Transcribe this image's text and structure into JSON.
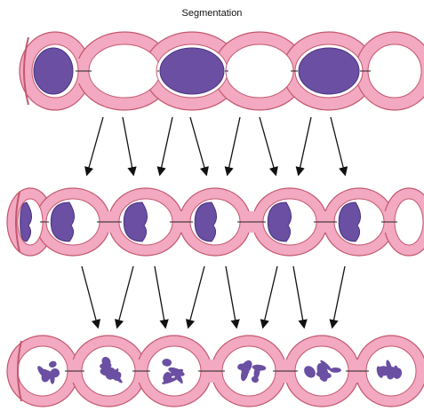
{
  "title": "Segmentation",
  "colors": {
    "wall": "#f2a9c1",
    "wall_edge": "#c2576e",
    "lumen": "#ffffff",
    "chyme": "#6a4fa3",
    "chyme_edge": "#4a3580",
    "background": "#ffffff"
  },
  "stages": [
    {
      "name": "top-intestine",
      "content": "solid-chyme-alternating"
    },
    {
      "name": "middle-intestine",
      "content": "half-chyme-per-segment"
    },
    {
      "name": "bottom-intestine",
      "content": "dispersed-chyme-fragments"
    }
  ]
}
